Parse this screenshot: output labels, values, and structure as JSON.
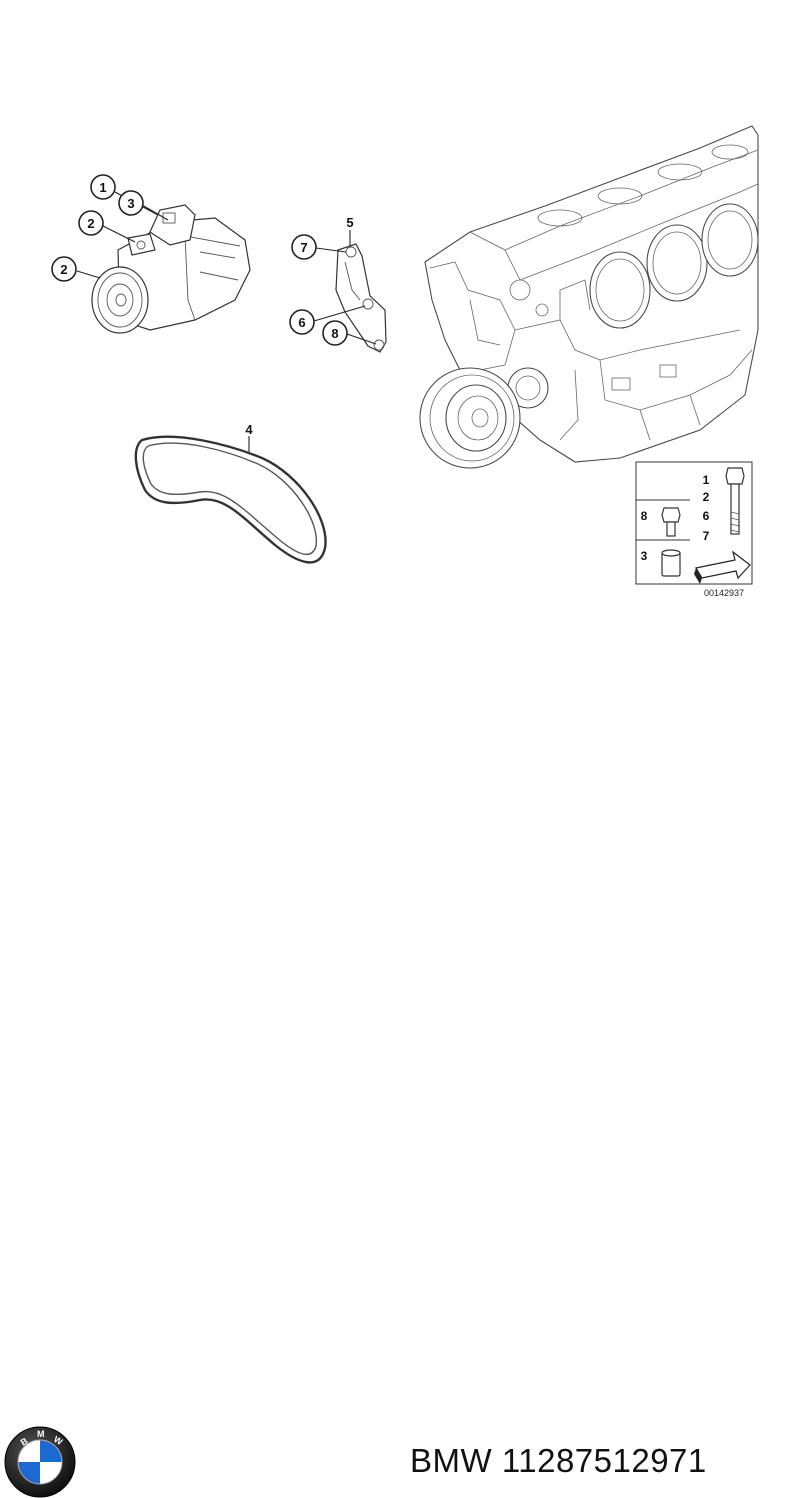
{
  "diagram": {
    "callouts": [
      "1",
      "3",
      "2",
      "2",
      "5",
      "7",
      "6",
      "8",
      "4"
    ],
    "legend": {
      "bolt_long_refs": [
        "1",
        "2",
        "6",
        "7"
      ],
      "bolt_short_ref": "8",
      "sleeve_ref": "3"
    },
    "diagram_id": "00142937"
  },
  "footer": {
    "brand": "BMW",
    "part_number": "11287512971",
    "logo_letters": "BMW"
  },
  "colors": {
    "logo_blue": "#1c69d4",
    "logo_ring": "#111111",
    "line": "#333333"
  }
}
